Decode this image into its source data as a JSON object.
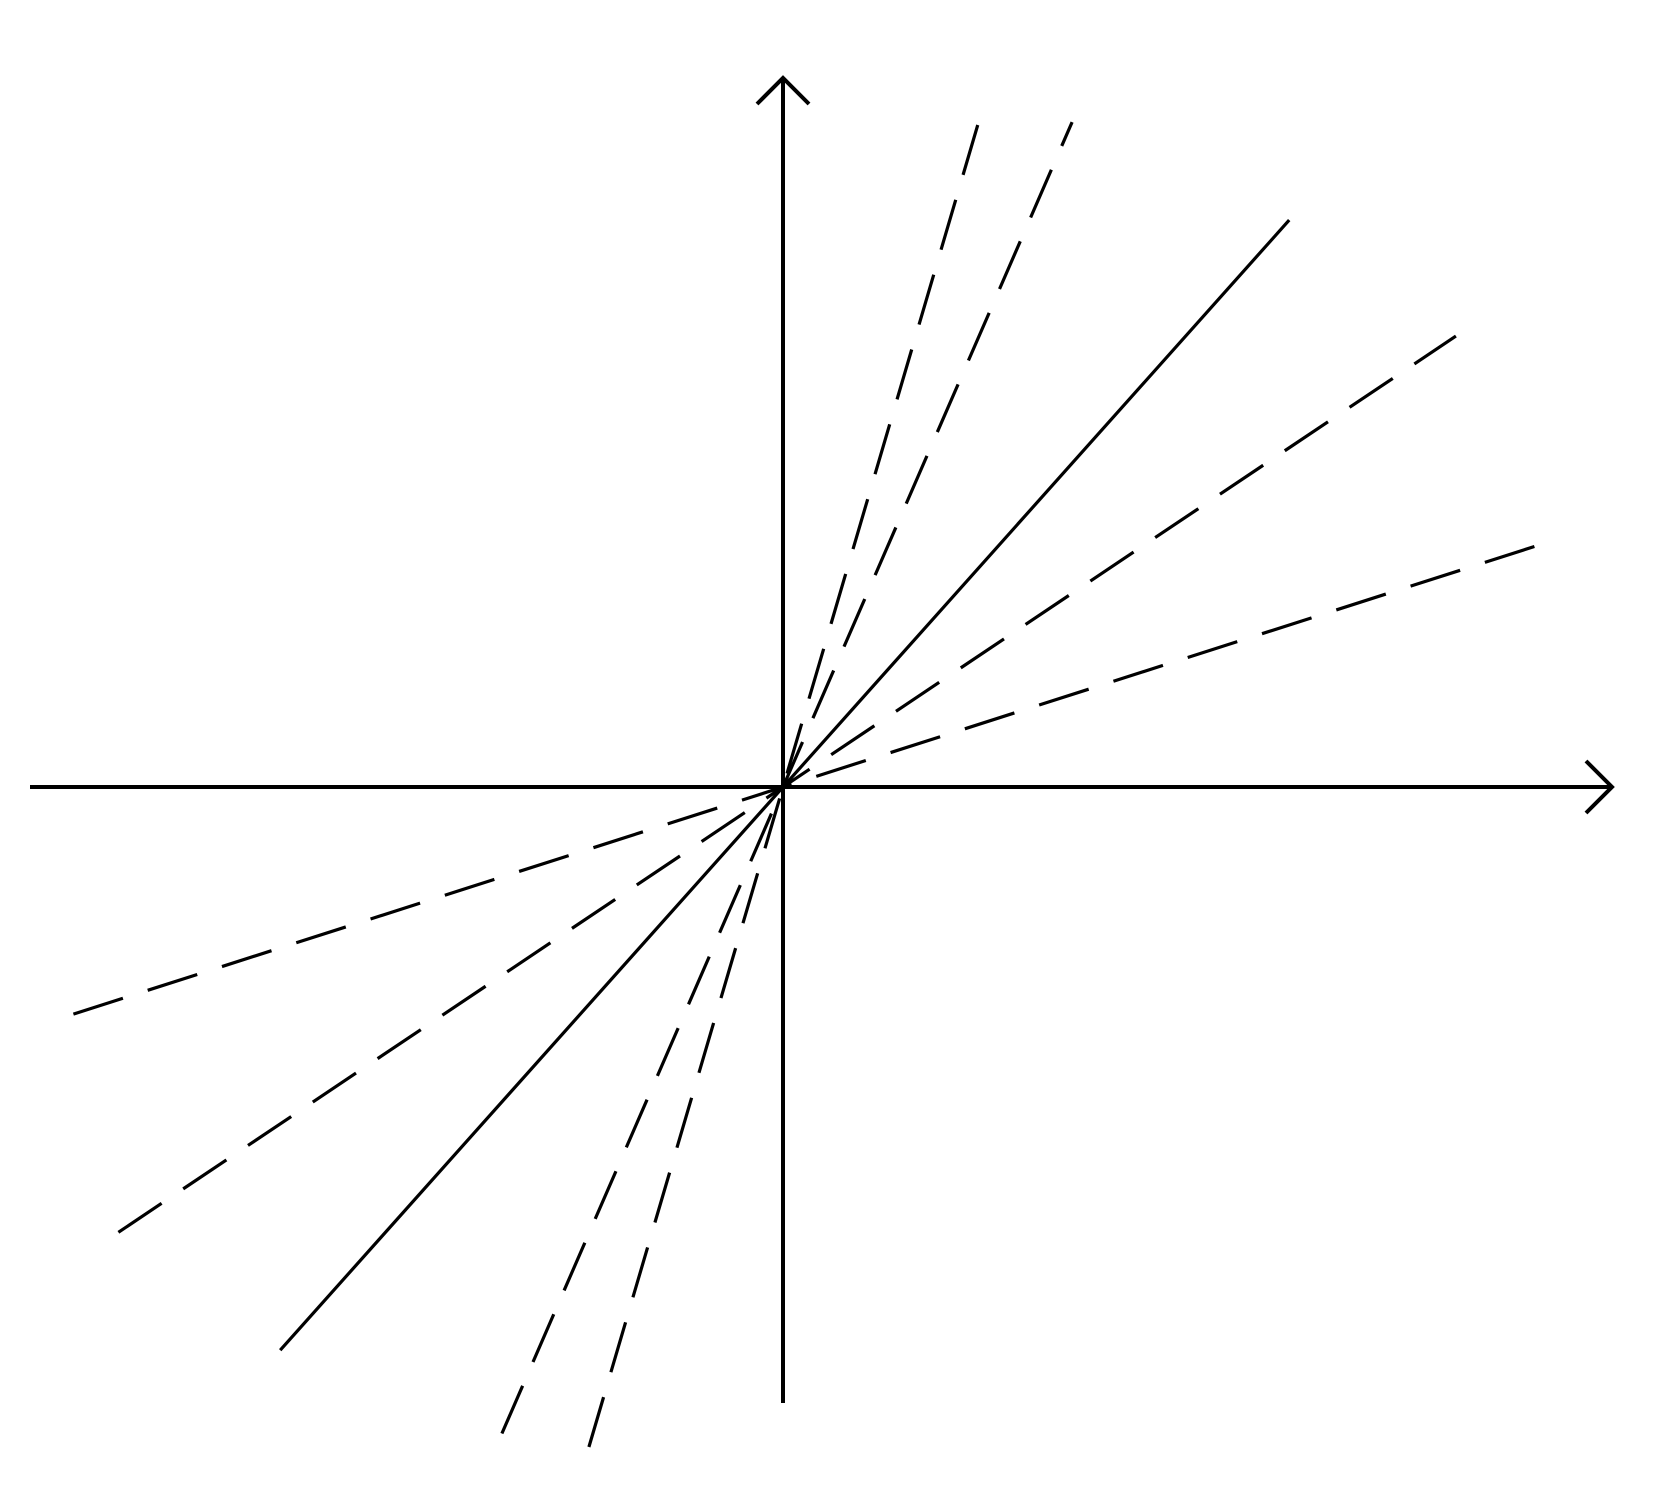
{
  "diagram": {
    "background": "#ffffff",
    "stroke_color": "#000000",
    "origin_label": "",
    "axes": [
      {
        "id": "x-axis",
        "arrow": "positive-end",
        "label": ""
      },
      {
        "id": "y-axis",
        "arrow": "positive-end",
        "label": ""
      }
    ],
    "lines_through_origin": [
      {
        "id": "line-steep-1",
        "slope": 3.4,
        "style": "dashed",
        "label": ""
      },
      {
        "id": "line-steep-2",
        "slope": 2.3,
        "style": "dashed",
        "label": ""
      },
      {
        "id": "line-main",
        "slope": 1.12,
        "style": "solid",
        "label": ""
      },
      {
        "id": "line-shallow-1",
        "slope": 0.67,
        "style": "dashed",
        "label": ""
      },
      {
        "id": "line-shallow-2",
        "slope": 0.32,
        "style": "dashed",
        "label": ""
      }
    ]
  }
}
